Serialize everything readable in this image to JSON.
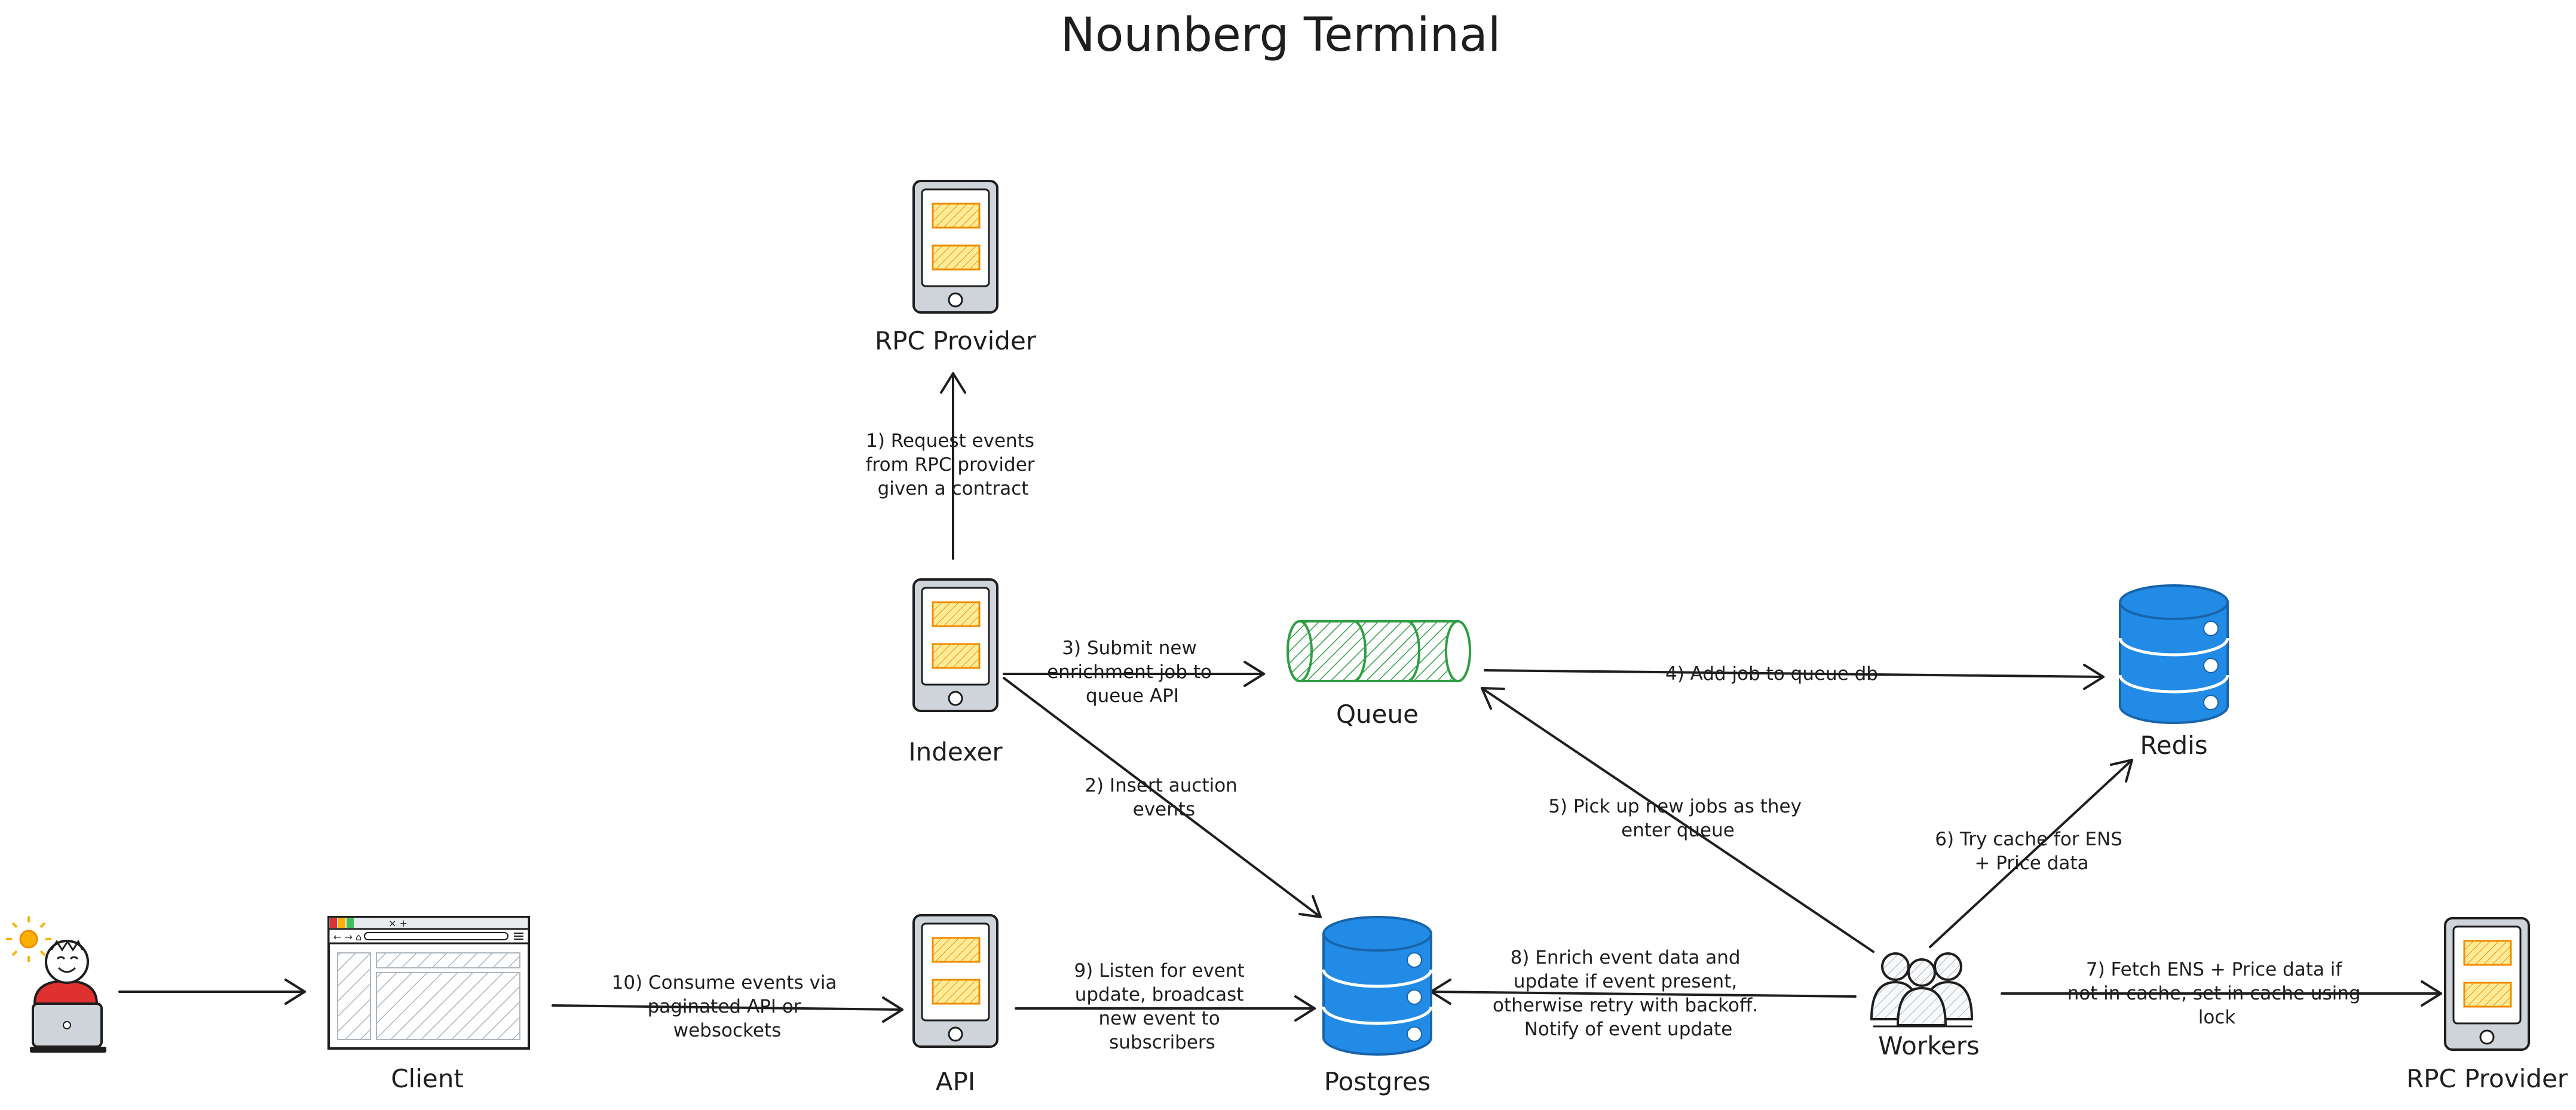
{
  "title": "Nounberg Terminal",
  "colors": {
    "stroke": "#1e1e1e",
    "server_body": "#ced4da",
    "server_block": "#ffec99",
    "server_block_stroke": "#f08c00",
    "database_fill": "#228be6",
    "database_stroke": "#1864ab",
    "queue_stroke": "#2f9e44",
    "user_shirt": "#e03131",
    "sun": "#fab005",
    "browser_hatch": "#ced4da"
  },
  "nodes": {
    "user": {
      "icon": "user-at-laptop-icon"
    },
    "client": {
      "label": "Client",
      "icon": "browser-window-icon"
    },
    "api": {
      "label": "API",
      "icon": "server-icon"
    },
    "postgres": {
      "label": "Postgres",
      "icon": "database-icon"
    },
    "indexer": {
      "label": "Indexer",
      "icon": "server-icon"
    },
    "rpc_top": {
      "label": "RPC Provider",
      "icon": "server-icon"
    },
    "queue": {
      "label": "Queue",
      "icon": "queue-cylinder-icon"
    },
    "redis": {
      "label": "Redis",
      "icon": "database-icon"
    },
    "workers": {
      "label": "Workers",
      "icon": "workers-group-icon"
    },
    "rpc_right": {
      "label": "RPC Provider",
      "icon": "server-icon"
    }
  },
  "edges": {
    "e1": [
      "1) Request events",
      "from RPC provider",
      "given a contract"
    ],
    "e2": [
      "2) Insert auction",
      "events"
    ],
    "e3": [
      "3) Submit new",
      "enrichment job to",
      "queue API"
    ],
    "e4": [
      "4) Add job to queue db"
    ],
    "e5": [
      "5) Pick up new jobs as they",
      "enter queue"
    ],
    "e6": [
      "6) Try cache for ENS",
      "+ Price data"
    ],
    "e7": [
      "7) Fetch ENS + Price data if",
      "not in cache, set in cache using",
      "lock"
    ],
    "e8": [
      "8) Enrich event data and",
      "update if event present,",
      "otherwise retry with backoff.",
      "Notify of event update"
    ],
    "e9": [
      "9) Listen for event",
      "update, broadcast",
      "new event to",
      "subscribers"
    ],
    "e10": [
      "10) Consume events via",
      "paginated API or",
      "websockets"
    ]
  }
}
